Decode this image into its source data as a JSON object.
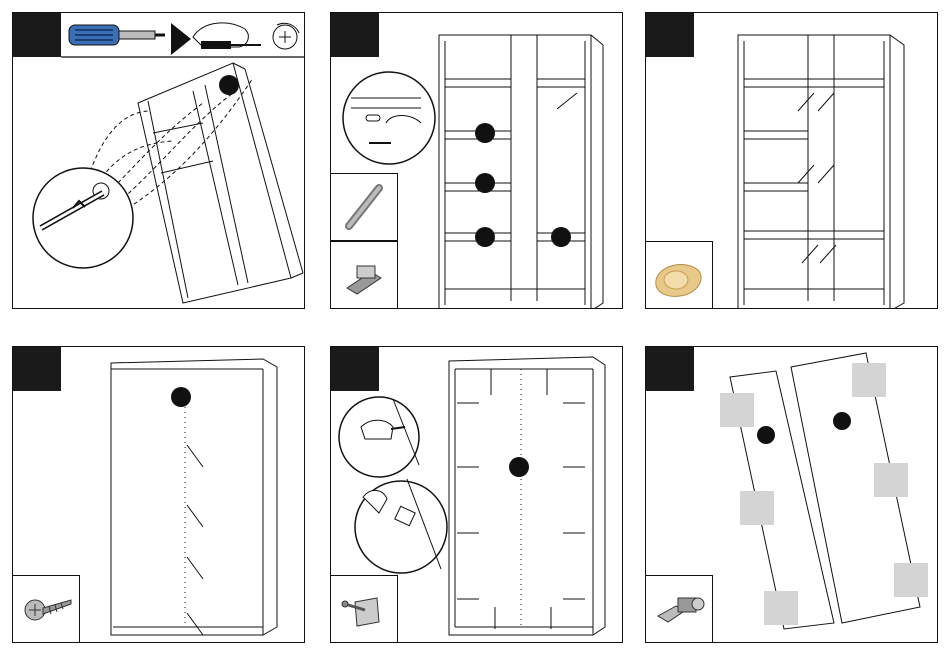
{
  "title": "",
  "panels": [
    {
      "id": 1,
      "step_label": "",
      "callout_count": 1
    },
    {
      "id": 2,
      "step_label": "",
      "callout_count": 4
    },
    {
      "id": 3,
      "step_label": "",
      "callout_count": 0
    },
    {
      "id": 4,
      "step_label": "",
      "callout_count": 1
    },
    {
      "id": 5,
      "step_label": "",
      "callout_count": 1
    },
    {
      "id": 6,
      "step_label": "",
      "callout_count": 2
    }
  ],
  "parts": {
    "panel1": [
      "screwdriver-icon",
      "hand-screwing-icon",
      "rotate-clockwise-icon"
    ],
    "panel2": [
      "dowel-pin-icon",
      "shelf-support-pin-icon"
    ],
    "panel3": [
      "felt-pad-icon"
    ],
    "panel4": [
      "screw-icon"
    ],
    "panel5": [
      "hinge-clip-icon"
    ],
    "panel6": [
      "door-hinge-icon"
    ]
  },
  "colors": {
    "ink": "#111111",
    "tab": "#1a1a1a",
    "hinge_mark": "#d4d4d4",
    "pad": "#e8c98a",
    "handle": "#3a6fb5"
  }
}
